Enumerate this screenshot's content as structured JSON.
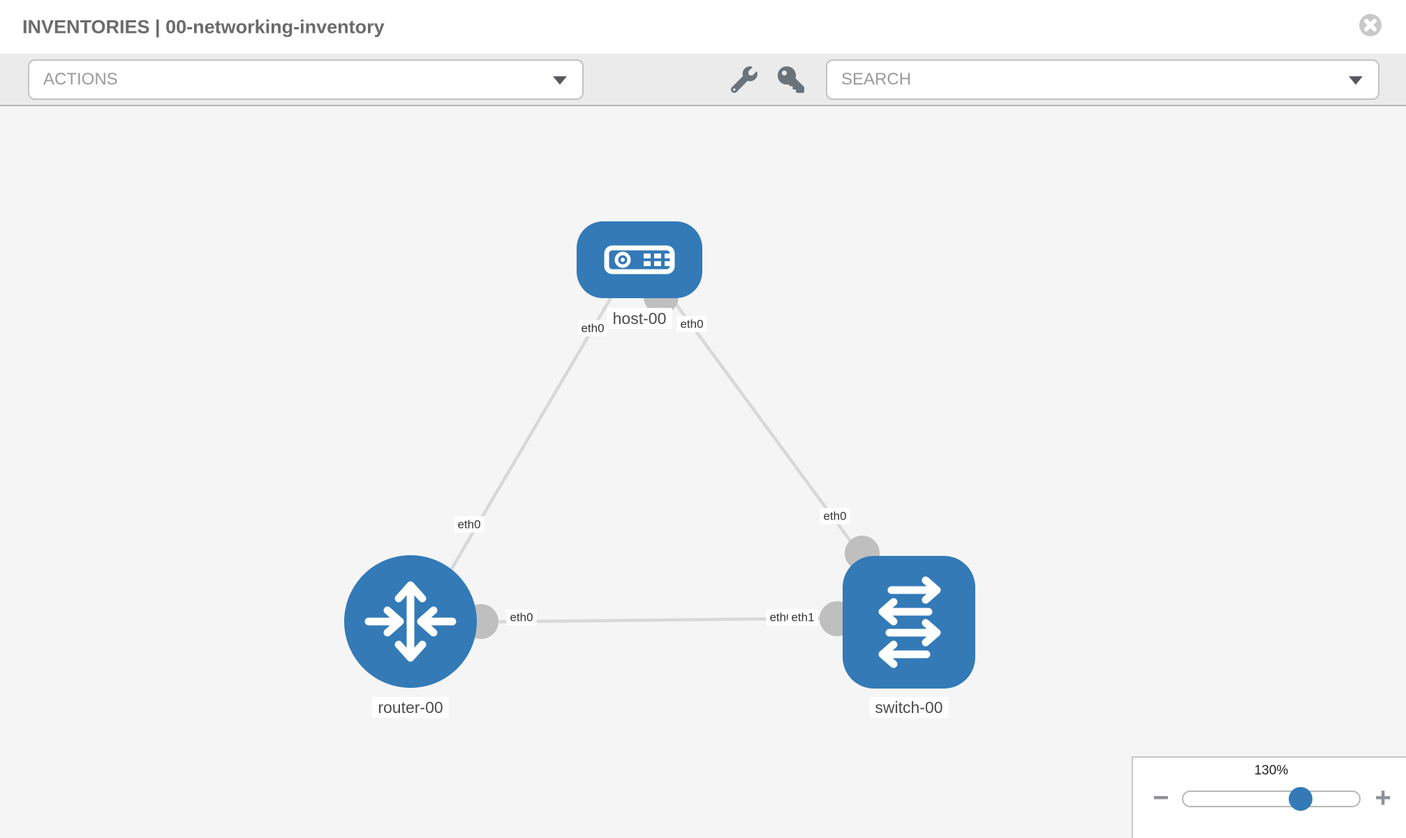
{
  "header": {
    "title": "INVENTORIES | 00-networking-inventory"
  },
  "toolbar": {
    "actions_label": "ACTIONS",
    "search_label": "SEARCH"
  },
  "topology": {
    "nodes": [
      {
        "label": "host-00",
        "type": "host"
      },
      {
        "label": "router-00",
        "type": "router"
      },
      {
        "label": "switch-00",
        "type": "switch"
      }
    ],
    "links": [
      {
        "from": "host-00",
        "from_if": "eth0",
        "to": "router-00",
        "to_if": "eth0"
      },
      {
        "from": "host-00",
        "from_if": "eth0",
        "to": "switch-00",
        "to_if": "eth0"
      },
      {
        "from": "router-00",
        "from_if": "eth0",
        "to": "switch-00",
        "to_if": "eth1",
        "overlapped_if_label": "eth0"
      }
    ]
  },
  "zoom_control": {
    "level": "130%",
    "minus_label": "−",
    "plus_label": "+"
  },
  "colors": {
    "node_blue": "#337ab7",
    "link_gray": "#d8d8d8",
    "connector_gray": "#bfbfbf",
    "canvas_bg": "#f5f5f5",
    "toolbar_bg": "#ebebeb",
    "slider_thumb": "#337ab7",
    "icon_gray": "#6a727a",
    "close_gray": "#c9c9c9"
  }
}
